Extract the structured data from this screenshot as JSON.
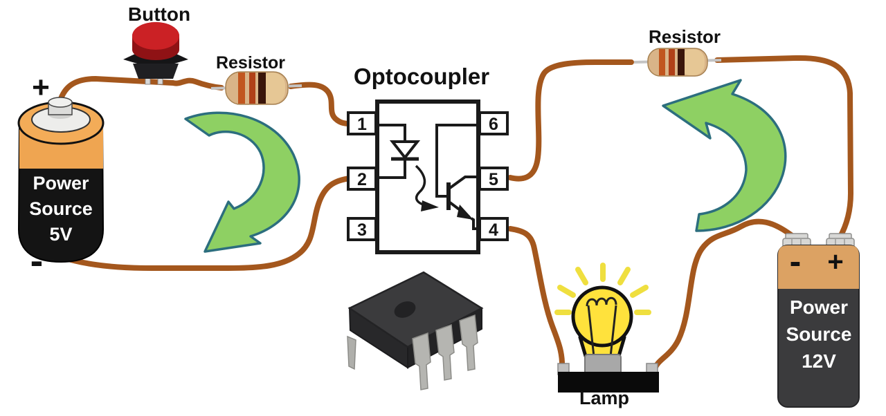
{
  "diagram": {
    "labels": {
      "button": "Button",
      "resistor_left": "Resistor",
      "optocoupler": "Optocoupler",
      "resistor_right": "Resistor",
      "lamp": "Lamp"
    },
    "battery_5v": {
      "plus": "+",
      "minus": "-",
      "line1": "Power",
      "line2": "Source",
      "line3": "5V"
    },
    "battery_12v": {
      "minus": "-",
      "plus": "+",
      "line1": "Power",
      "line2": "Source",
      "line3": "12V"
    },
    "optocoupler_pins": {
      "p1": "1",
      "p2": "2",
      "p3": "3",
      "p6": "6",
      "p5": "5",
      "p4": "4"
    },
    "colors": {
      "wire_brown": "#A4571D",
      "arrow_fill": "#8ED063",
      "arrow_stroke": "#2C6E7E",
      "battery5_orange": "#EFA551",
      "battery5_body": "#141414",
      "battery12_tan": "#DCA263",
      "battery12_body": "#3B3B3D",
      "button_red": "#CB2125",
      "bulb_yellow": "#FFE23C",
      "ray_yellow": "#EFDF3F",
      "resistor_body_tan": "#D9B488",
      "resistor_band_orange": "#C1561F",
      "resistor_band_dark": "#3A150A",
      "schematic_ink": "#1A1A1A"
    }
  }
}
